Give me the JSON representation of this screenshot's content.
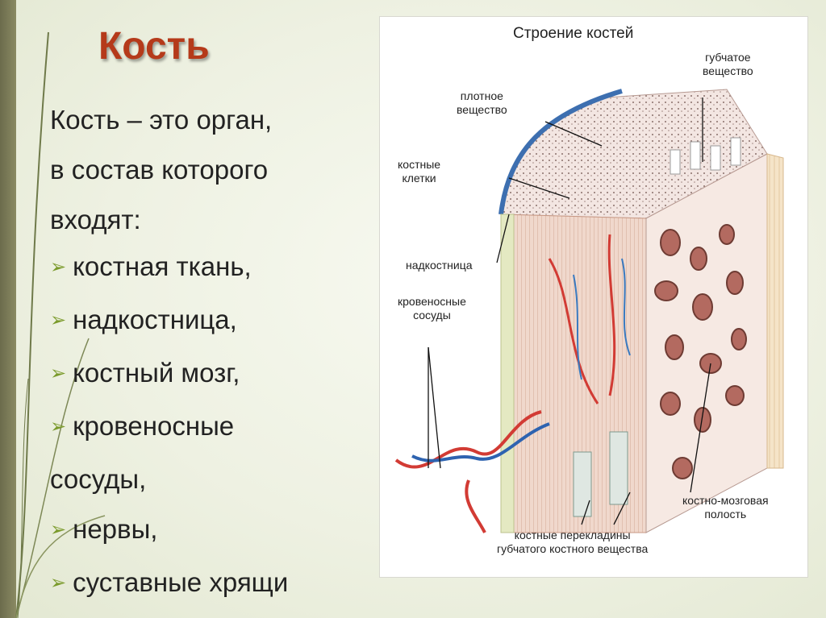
{
  "slide": {
    "title": "Кость",
    "intro_lines": [
      "Кость – это орган,",
      "в состав которого",
      "входят:"
    ],
    "bullets": [
      "костная ткань,",
      "надкостница,",
      "костный мозг,",
      "кровеносные",
      "нервы,",
      "суставные хрящи"
    ],
    "bullet_continuation": "сосуды,",
    "bullet_icon": "arrow-bullet-icon",
    "accent_color": "#b53a1a",
    "bullet_color": "#7a9a2a"
  },
  "diagram": {
    "title": "Строение костей",
    "labels": {
      "spongy": [
        "губчатое",
        "вещество"
      ],
      "compact": [
        "плотное",
        "вещество"
      ],
      "cells": [
        "костные",
        "клетки"
      ],
      "periosteum": "надкостница",
      "vessels": [
        "кровеносные",
        "сосуды"
      ],
      "marrow_cavity": [
        "костно-мозговая",
        "полость"
      ],
      "trabeculae": [
        "костные перекладины",
        "губчатого костного вещества"
      ]
    }
  }
}
